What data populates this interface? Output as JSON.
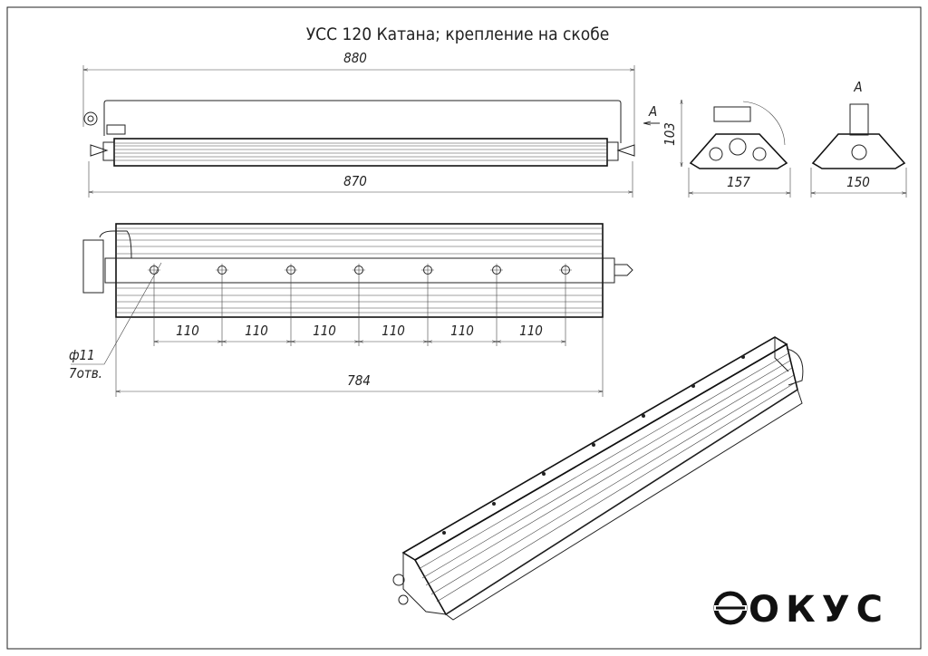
{
  "title": "УСС 120 Катана; крепление на скобе",
  "front_view": {
    "overall_length": "880",
    "body_length": "870",
    "view_marker": "A"
  },
  "side_view": {
    "height": "103",
    "width": "157"
  },
  "view_a": {
    "label": "A",
    "width": "150"
  },
  "plan_view": {
    "hole_spacings": [
      "110",
      "110",
      "110",
      "110",
      "110",
      "110"
    ],
    "hole_diameter": "ф11",
    "hole_count": "7отв.",
    "mount_length": "784"
  },
  "logo": {
    "text": "ФОКУС"
  }
}
